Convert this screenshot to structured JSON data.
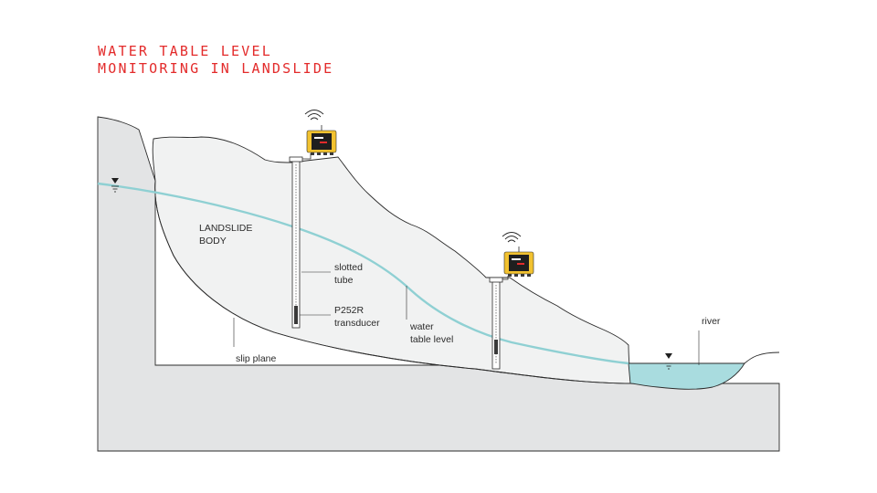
{
  "title": {
    "line1": "WATER TABLE LEVEL",
    "line2": "MONITORING IN LANDSLIDE"
  },
  "labels": {
    "landslide_body": [
      "LANDSLIDE",
      "BODY"
    ],
    "slotted_tube": [
      "slotted",
      "tube"
    ],
    "transducer": [
      "P252R",
      "transducer"
    ],
    "water_table": [
      "water",
      "table level"
    ],
    "slip_plane": "slip plane",
    "river": "river"
  },
  "colors": {
    "title": "#e32b2b",
    "ground": "#e3e4e5",
    "landslide_body": "#f1f2f2",
    "outline": "#2b2b2b",
    "water_line": "#8fd0d3",
    "river": "#a9dcdf",
    "logger_body": "#f2c230",
    "logger_panel": "#1f1f1f",
    "logger_accent": "#e32b2b"
  },
  "icons": {
    "logger": "data-logger-icon",
    "wireless": "wireless-signal-icon",
    "water_level": "water-level-marker-icon"
  }
}
